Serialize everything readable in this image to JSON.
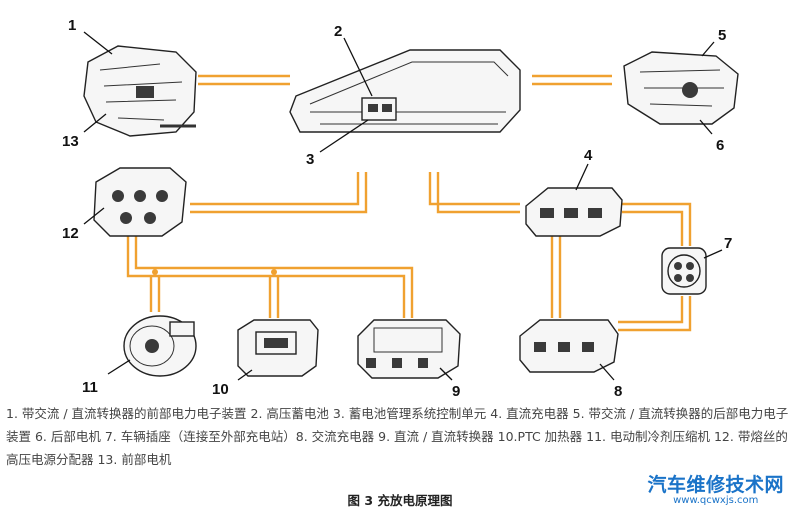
{
  "diagram": {
    "labels": [
      "1",
      "2",
      "3",
      "4",
      "5",
      "6",
      "7",
      "8",
      "9",
      "10",
      "11",
      "12",
      "13"
    ],
    "line_color": "#f0a130"
  },
  "caption": {
    "text": "1. 带交流 / 直流转换器的前部电力电子装置  2. 高压蓄电池  3. 蓄电池管理系统控制单元  4. 直流充电器  5. 带交流 / 直流转换器的后部电力电子装置  6. 后部电机  7. 车辆插座（连接至外部充电站）8. 交流充电器  9. 直流 / 直流转换器  10.PTC 加热器  11. 电动制冷剂压缩机  12. 带熔丝的高压电源分配器  13. 前部电机"
  },
  "figure_title": "图 3  充放电原理图",
  "watermark": {
    "text": "汽车维修技术网",
    "url": "www.qcwxjs.com",
    "color": "#1a73c8"
  }
}
